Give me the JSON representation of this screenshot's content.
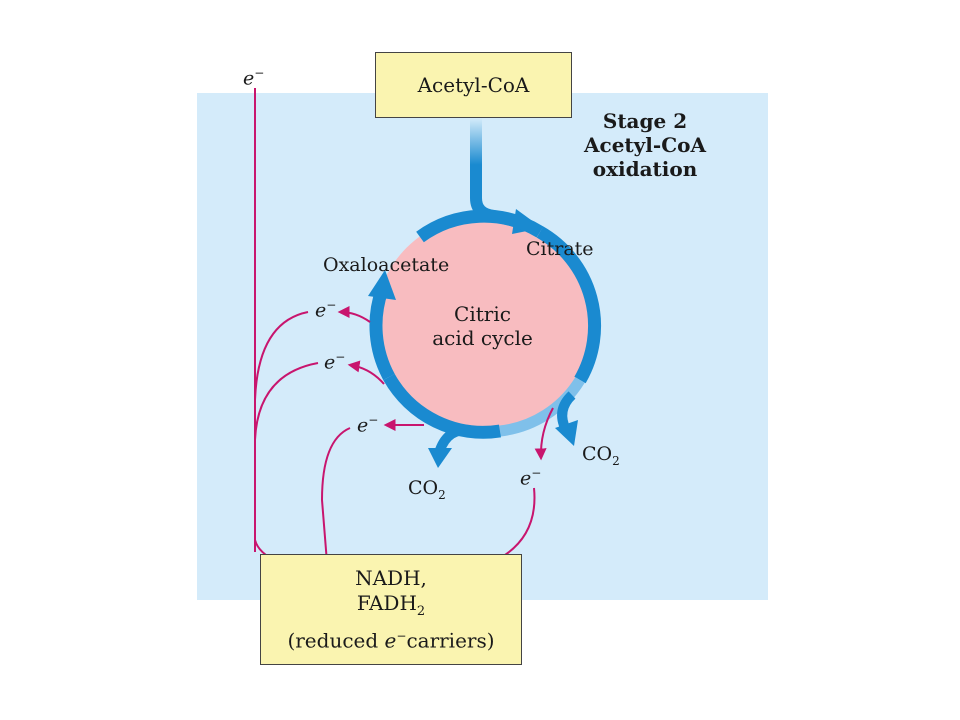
{
  "stage": {
    "title_line1": "Stage 2",
    "title_line2": "Acetyl-CoA",
    "title_line3": "oxidation"
  },
  "input": {
    "label": "Acetyl-CoA"
  },
  "cycle": {
    "line1": "Citric",
    "line2": "acid cycle"
  },
  "intermediates": {
    "citrate": "Citrate",
    "oxaloacetate": "Oxaloacetate"
  },
  "products": {
    "co2_1": "CO",
    "co2_2": "CO",
    "co2_sub": "2"
  },
  "electrons": {
    "symbol": "e",
    "charge": "−"
  },
  "carriers": {
    "line1": "NADH,",
    "line2_main": "FADH",
    "line2_sub": "2",
    "line3_pre": "(reduced ",
    "line3_e": "e",
    "line3_charge": "−",
    "line3_post": "carriers)"
  },
  "colors": {
    "stage_background": "#d4ebfa",
    "box_fill": "#faf4b0",
    "cycle_fill": "#f8bcc0",
    "cycle_arrow": "#1a8ad0",
    "electron_arrow": "#c8156e"
  }
}
